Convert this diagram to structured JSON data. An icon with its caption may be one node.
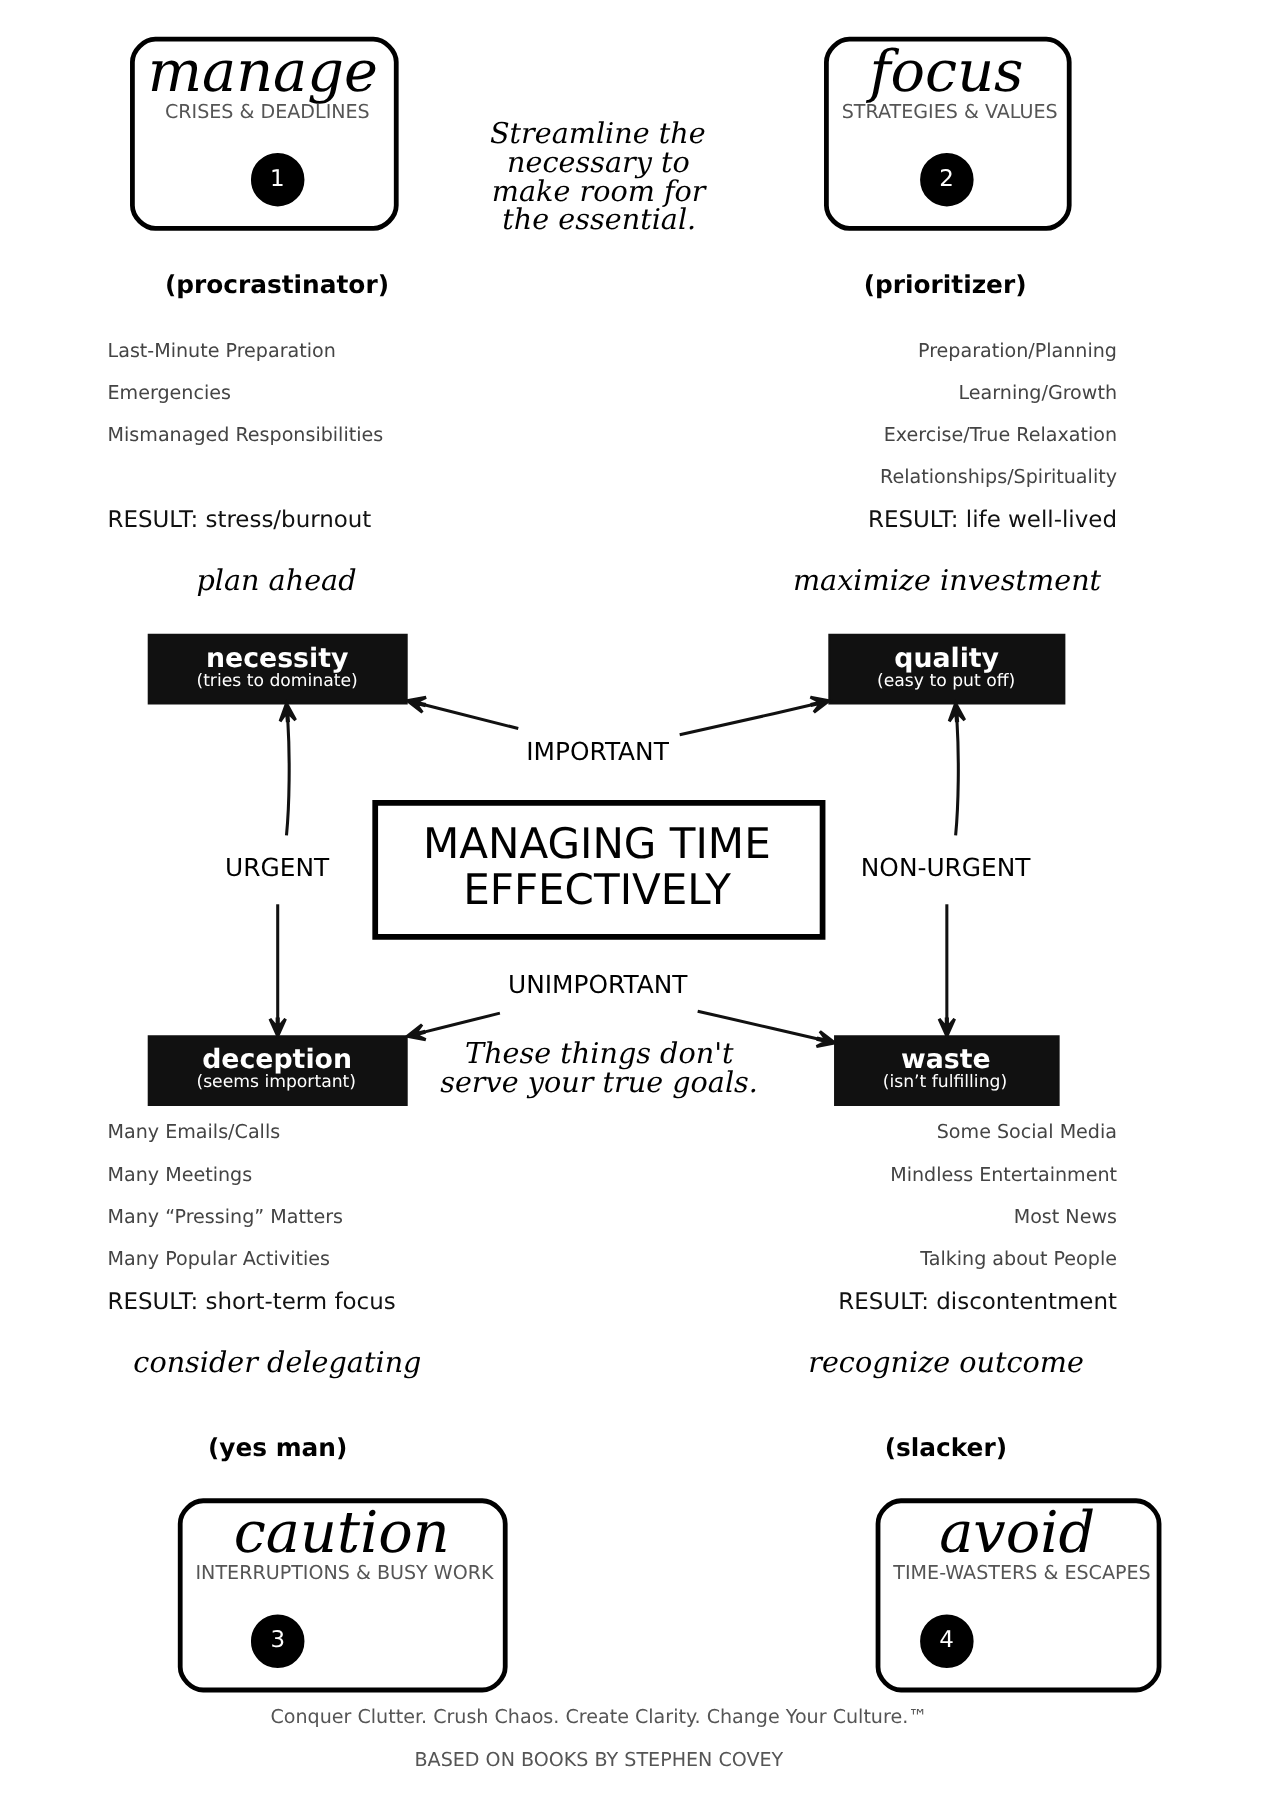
{
  "diagram": {
    "nodes": [
      {
        "text": [
          "manage",
          "CRISES & DEADLINES"
        ],
        "beside": [
          "(procrastinator)"
        ]
      },
      {
        "text": [
          "1"
        ],
        "in": 0
      },
      {
        "text": [
          "focus",
          "STRATEGIES & VALUES"
        ],
        "beside": [
          "(prioritizer)"
        ]
      },
      {
        "text": [
          "2"
        ],
        "in": 2
      },
      {
        "text": [
          "necessity",
          "(tries to dominate)"
        ]
      },
      {
        "text": [
          "quality",
          "(easy to put off)"
        ]
      },
      {
        "text": [
          "IMPORTANT"
        ]
      },
      {
        "text": [
          "URGENT"
        ]
      },
      {
        "text": [
          "MANAGING TIME EFFECTIVELY"
        ]
      },
      {
        "text": [
          "NON-URGENT"
        ]
      },
      {
        "text": [
          "UNIMPORTANT"
        ]
      },
      {
        "text": [
          "deception",
          "(seems important)"
        ]
      },
      {
        "text": [
          "waste",
          "(isn’t fulfilling)"
        ]
      },
      {
        "text": [
          "caution",
          "INTERRUPTIONS & BUSY WORK"
        ],
        "beside": [
          "(yes man)"
        ]
      },
      {
        "text": [
          "3"
        ],
        "in": 13
      },
      {
        "text": [
          "avoid",
          "TIME-WASTERS & ESCAPES"
        ],
        "beside": [
          "(slacker)"
        ]
      },
      {
        "text": [
          "4"
        ],
        "in": 15
      }
    ],
    "edges": [
      {
        "from": 6,
        "to": 4,
        "arrow": "to"
      },
      {
        "from": 6,
        "to": 5,
        "arrow": "to"
      },
      {
        "from": 7,
        "to": 4,
        "arrow": "to"
      },
      {
        "from": 7,
        "to": 11,
        "arrow": "to"
      },
      {
        "from": 9,
        "to": 5,
        "arrow": "to"
      },
      {
        "from": 9,
        "to": 12,
        "arrow": "to"
      },
      {
        "from": 10,
        "to": 11,
        "arrow": "to"
      },
      {
        "from": 10,
        "to": 12,
        "arrow": "to"
      }
    ],
    "labels": [
      "Streamline the necessary to make room for the essential.",
      "Last-Minute Preparation",
      "Preparation/Planning",
      "Emergencies",
      "Learning/Growth",
      "Mismanaged Responsibilities",
      "Exercise/True Relaxation",
      "Relationships/Spirituality",
      "RESULT: stress/burnout",
      "RESULT: life well-lived",
      "plan ahead",
      "maximize investment",
      "These things don't serve your true goals.",
      "Many Emails/Calls",
      "Some Social Media",
      "Many Meetings",
      "Mindless Entertainment",
      "Many “Pressing” Matters",
      "Most News",
      "Many Popular Activities",
      "Talking about People",
      "RESULT: short-term focus",
      "RESULT: discontentment",
      "consider delegating",
      "recognize outcome",
      "Conquer Clutter. Crush Chaos. Create Clarity. Change Your Culture.™",
      "BASED ON BOOKS BY STEPHEN COVEY"
    ]
  }
}
